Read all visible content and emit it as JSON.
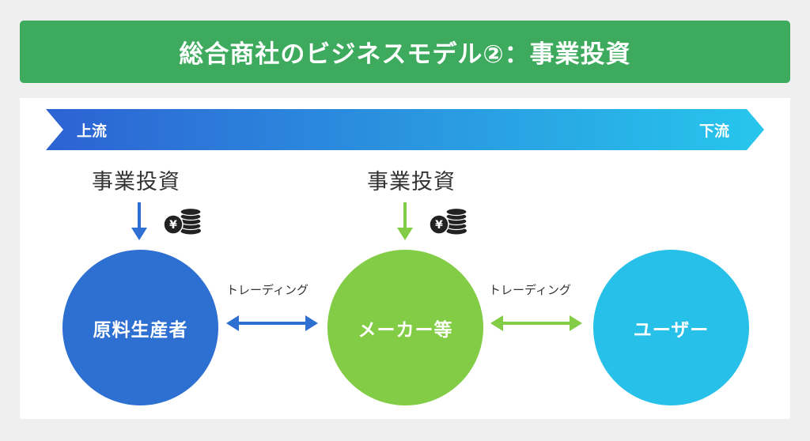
{
  "title": "総合商社のビジネスモデル②：事業投資",
  "flow": {
    "upstream_label": "上流",
    "downstream_label": "下流"
  },
  "investment": {
    "label_1": "事業投資",
    "label_2": "事業投資",
    "coin_symbol": "¥"
  },
  "nodes": {
    "producer": "原料生産者",
    "maker": "メーカー等",
    "user": "ユーザー"
  },
  "links": {
    "trading_1": "トレーディング",
    "trading_2": "トレーディング"
  },
  "colors": {
    "title_green": "#3daa5e",
    "blue": "#2e6fd2",
    "green": "#82cc46",
    "cyan": "#27c0e8"
  },
  "icons": [
    "yen-coin-stack-icon",
    "arrow-down-icon",
    "double-arrow-icon"
  ]
}
